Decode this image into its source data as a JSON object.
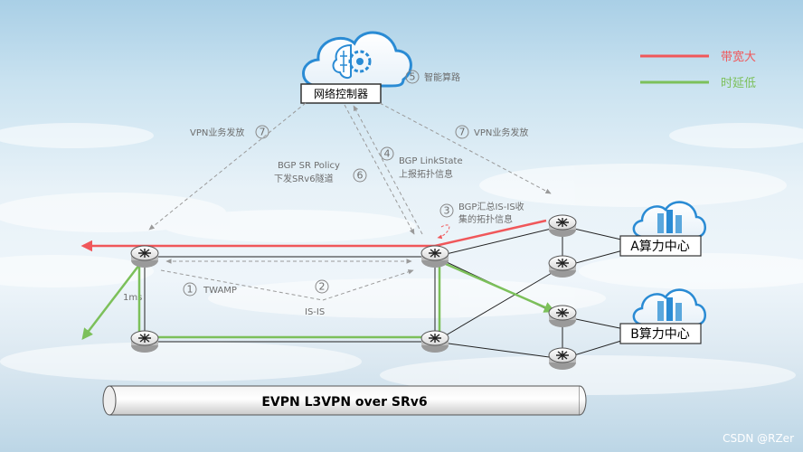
{
  "legend": [
    {
      "label": "带宽大",
      "color": "#f0575a"
    },
    {
      "label": "时延低",
      "color": "#7cc05a"
    }
  ],
  "controller": {
    "label": "网络控制器"
  },
  "steps": [
    {
      "num": "1",
      "text": "TWAMP"
    },
    {
      "num": "2",
      "text": "IS-IS"
    },
    {
      "num": "3",
      "lines": [
        "BGP汇总IS-IS收",
        "集的拓扑信息"
      ]
    },
    {
      "num": "4",
      "lines": [
        "BGP LinkState",
        "上报拓扑信息"
      ]
    },
    {
      "num": "5",
      "text": "智能算路"
    },
    {
      "num": "6",
      "lines": [
        "BGP SR Policy",
        "下发SRv6隧道"
      ]
    },
    {
      "num": "7",
      "text": "VPN业务发放",
      "side": "left"
    },
    {
      "num": "7",
      "text": "VPN业务发放",
      "side": "right"
    }
  ],
  "latency_label": "1ms",
  "datacenters": [
    {
      "label": "A算力中心"
    },
    {
      "label": "B算力中心"
    }
  ],
  "tunnel": {
    "label": "EVPN L3VPN over SRv6"
  },
  "watermark": "CSDN @RZer",
  "colors": {
    "red": "#f0575a",
    "green": "#7cc05a",
    "dashed": "#9a9a9a"
  }
}
